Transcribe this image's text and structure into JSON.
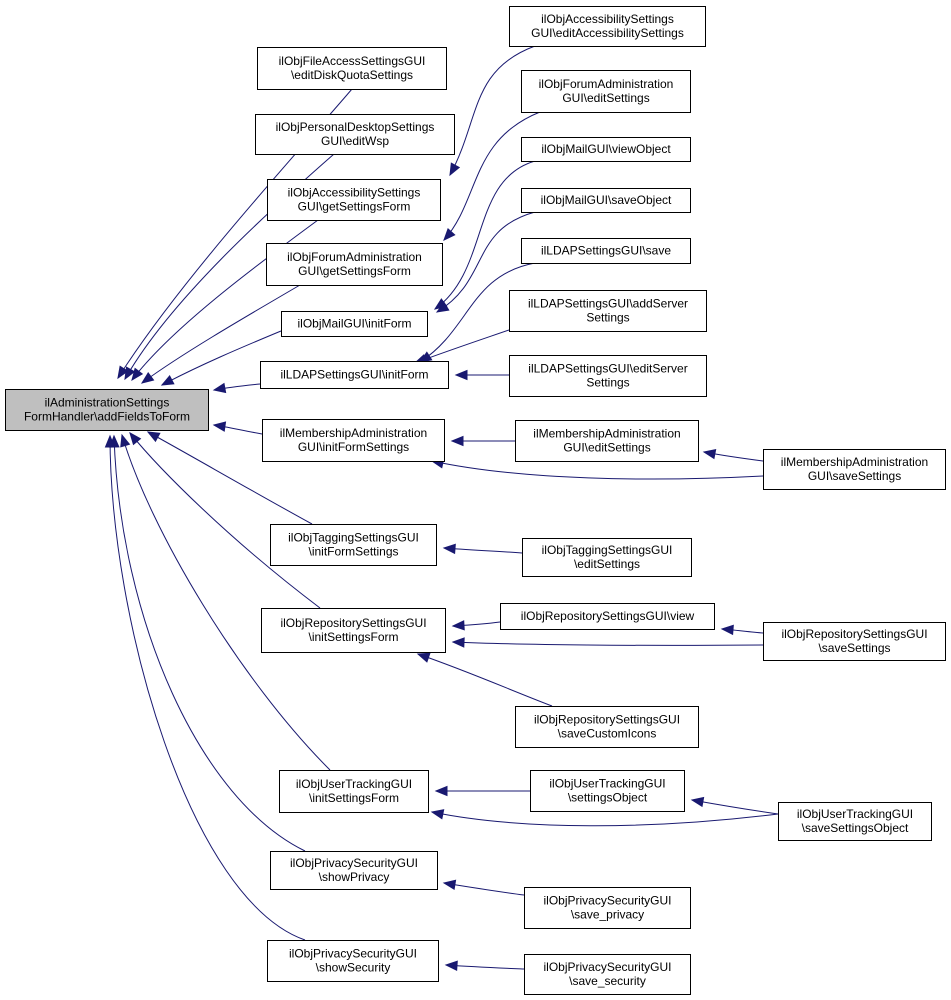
{
  "diagram": {
    "colors": {
      "edge": "#191970",
      "root_fill": "#bfbfbf",
      "node_fill": "#ffffff",
      "node_border": "#000000"
    },
    "nodes": [
      {
        "id": "root",
        "lines": [
          "ilAdministrationSettings",
          "FormHandler\\addFieldsToForm"
        ]
      },
      {
        "id": "fileaccess",
        "lines": [
          "ilObjFileAccessSettingsGUI",
          "\\editDiskQuotaSettings"
        ]
      },
      {
        "id": "pdesktop",
        "lines": [
          "ilObjPersonalDesktopSettings",
          "GUI\\editWsp"
        ]
      },
      {
        "id": "acc_get",
        "lines": [
          "ilObjAccessibilitySettings",
          "GUI\\getSettingsForm"
        ]
      },
      {
        "id": "forum_get",
        "lines": [
          "ilObjForumAdministration",
          "GUI\\getSettingsForm"
        ]
      },
      {
        "id": "mail_init",
        "lines": [
          "ilObjMailGUI\\initForm"
        ]
      },
      {
        "id": "ldap_init",
        "lines": [
          "ilLDAPSettingsGUI\\initForm"
        ]
      },
      {
        "id": "member_init",
        "lines": [
          "ilMembershipAdministration",
          "GUI\\initFormSettings"
        ]
      },
      {
        "id": "tag_init",
        "lines": [
          "ilObjTaggingSettingsGUI",
          "\\initFormSettings"
        ]
      },
      {
        "id": "repo_init",
        "lines": [
          "ilObjRepositorySettingsGUI",
          "\\initSettingsForm"
        ]
      },
      {
        "id": "ut_init",
        "lines": [
          "ilObjUserTrackingGUI",
          "\\initSettingsForm"
        ]
      },
      {
        "id": "priv_show",
        "lines": [
          "ilObjPrivacySecurityGUI",
          "\\showPrivacy"
        ]
      },
      {
        "id": "sec_show",
        "lines": [
          "ilObjPrivacySecurityGUI",
          "\\showSecurity"
        ]
      },
      {
        "id": "acc_edit",
        "lines": [
          "ilObjAccessibilitySettings",
          "GUI\\editAccessibilitySettings"
        ]
      },
      {
        "id": "forum_edit",
        "lines": [
          "ilObjForumAdministration",
          "GUI\\editSettings"
        ]
      },
      {
        "id": "mail_view",
        "lines": [
          "ilObjMailGUI\\viewObject"
        ]
      },
      {
        "id": "mail_save",
        "lines": [
          "ilObjMailGUI\\saveObject"
        ]
      },
      {
        "id": "ldap_save",
        "lines": [
          "ilLDAPSettingsGUI\\save"
        ]
      },
      {
        "id": "ldap_add",
        "lines": [
          "ilLDAPSettingsGUI\\addServer",
          "Settings"
        ]
      },
      {
        "id": "ldap_editsrv",
        "lines": [
          "ilLDAPSettingsGUI\\editServer",
          "Settings"
        ]
      },
      {
        "id": "member_edit",
        "lines": [
          "ilMembershipAdministration",
          "GUI\\editSettings"
        ]
      },
      {
        "id": "member_save",
        "lines": [
          "ilMembershipAdministration",
          "GUI\\saveSettings"
        ]
      },
      {
        "id": "tag_edit",
        "lines": [
          "ilObjTaggingSettingsGUI",
          "\\editSettings"
        ]
      },
      {
        "id": "repo_view",
        "lines": [
          "ilObjRepositorySettingsGUI\\view"
        ]
      },
      {
        "id": "repo_save",
        "lines": [
          "ilObjRepositorySettingsGUI",
          "\\saveSettings"
        ]
      },
      {
        "id": "repo_icons",
        "lines": [
          "ilObjRepositorySettingsGUI",
          "\\saveCustomIcons"
        ]
      },
      {
        "id": "ut_obj",
        "lines": [
          "ilObjUserTrackingGUI",
          "\\settingsObject"
        ]
      },
      {
        "id": "ut_save",
        "lines": [
          "ilObjUserTrackingGUI",
          "\\saveSettingsObject"
        ]
      },
      {
        "id": "priv_save",
        "lines": [
          "ilObjPrivacySecurityGUI",
          "\\save_privacy"
        ]
      },
      {
        "id": "sec_save",
        "lines": [
          "ilObjPrivacySecurityGUI",
          "\\save_security"
        ]
      }
    ],
    "edges": [
      {
        "from": "fileaccess",
        "to": "root"
      },
      {
        "from": "pdesktop",
        "to": "root"
      },
      {
        "from": "acc_get",
        "to": "root"
      },
      {
        "from": "forum_get",
        "to": "root"
      },
      {
        "from": "mail_init",
        "to": "root"
      },
      {
        "from": "ldap_init",
        "to": "root"
      },
      {
        "from": "member_init",
        "to": "root"
      },
      {
        "from": "tag_init",
        "to": "root"
      },
      {
        "from": "repo_init",
        "to": "root"
      },
      {
        "from": "ut_init",
        "to": "root"
      },
      {
        "from": "priv_show",
        "to": "root"
      },
      {
        "from": "sec_show",
        "to": "root"
      },
      {
        "from": "acc_edit",
        "to": "acc_get"
      },
      {
        "from": "forum_edit",
        "to": "forum_get"
      },
      {
        "from": "mail_view",
        "to": "mail_init"
      },
      {
        "from": "mail_save",
        "to": "mail_init"
      },
      {
        "from": "ldap_save",
        "to": "ldap_init"
      },
      {
        "from": "ldap_add",
        "to": "ldap_init"
      },
      {
        "from": "ldap_editsrv",
        "to": "ldap_init"
      },
      {
        "from": "member_edit",
        "to": "member_init"
      },
      {
        "from": "member_save",
        "to": "member_init"
      },
      {
        "from": "member_save",
        "to": "member_edit"
      },
      {
        "from": "tag_edit",
        "to": "tag_init"
      },
      {
        "from": "repo_view",
        "to": "repo_init"
      },
      {
        "from": "repo_save",
        "to": "repo_init"
      },
      {
        "from": "repo_save",
        "to": "repo_view"
      },
      {
        "from": "repo_icons",
        "to": "repo_init"
      },
      {
        "from": "ut_obj",
        "to": "ut_init"
      },
      {
        "from": "ut_save",
        "to": "ut_init"
      },
      {
        "from": "ut_save",
        "to": "ut_obj"
      },
      {
        "from": "priv_save",
        "to": "priv_show"
      },
      {
        "from": "sec_save",
        "to": "sec_show"
      }
    ]
  }
}
